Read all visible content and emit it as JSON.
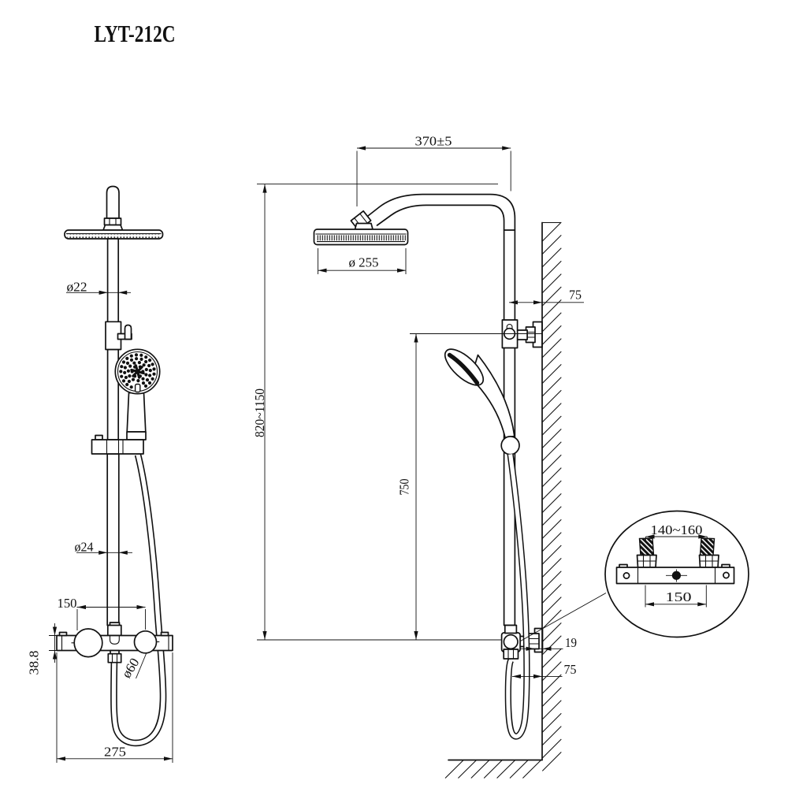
{
  "title": "LYT-212C",
  "colors": {
    "line": "#111111",
    "background": "#ffffff"
  },
  "front_view": {
    "dims": {
      "upper_pipe_dia": "ø22",
      "lower_pipe_dia": "ø24",
      "handle_spacing": "150",
      "body_height": "38.8",
      "body_width": "275",
      "handle_dia": "ø60"
    }
  },
  "side_view": {
    "dims": {
      "arm_reach": "370±5",
      "head_dia": "ø 255",
      "column_height": "820~1150",
      "slide_bar_height": "750",
      "upper_wall_offset": "75",
      "wall_plate_thickness": "19",
      "lower_wall_offset": "75"
    }
  },
  "detail_view": {
    "dims": {
      "inlet_adjust_range": "140~160",
      "inlet_spacing": "150"
    }
  }
}
